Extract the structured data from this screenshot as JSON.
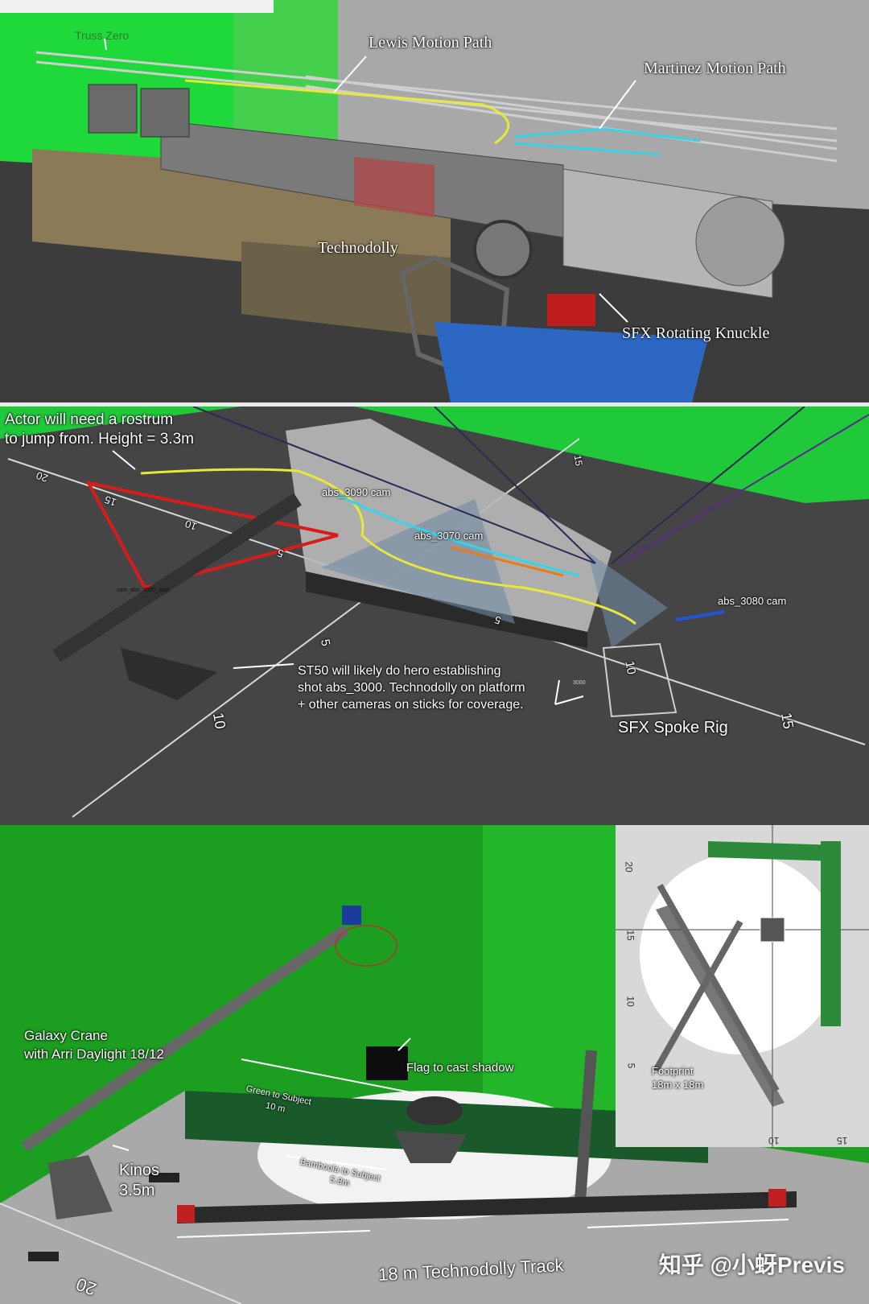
{
  "panel1": {
    "labels": {
      "truss_zero": "Truss Zero",
      "lewis_path": "Lewis Motion Path",
      "martinez_path": "Martinez Motion Path",
      "technodolly": "Technodolly",
      "sfx_knuckle": "SFX Rotating Knuckle"
    },
    "colors": {
      "green_screen": "#1fd93a",
      "lewis_path": "#e8e83a",
      "martinez_path": "#37d4e8"
    }
  },
  "panel2": {
    "labels": {
      "rostrum_note_1": "Actor will need a rostrum",
      "rostrum_note_2": "to jump from. Height = 3.3m",
      "cam_3090": "abs_3090 cam",
      "cam_3070": "abs_3070 cam",
      "cam_3080": "abs_3080 cam",
      "st50_note_1": "ST50 will likely do hero establishing",
      "st50_note_2": "shot abs_3000. Technodolly on platform",
      "st50_note_3": "+ other cameras on sticks for coverage.",
      "spoke_rig": "SFX Spoke Rig",
      "cam_start": "cam_abs_3000_start",
      "axis_3000": "3000"
    },
    "axis_ticks": [
      "20",
      "15",
      "10",
      "5",
      "5",
      "10",
      "15",
      "5",
      "10",
      "15"
    ]
  },
  "panel3": {
    "labels": {
      "galaxy_1": "Galaxy Crane",
      "galaxy_2": "with Arri Daylight 18/12",
      "flag": "Flag to cast shadow",
      "green_to_subject_1": "Green to Subject",
      "green_to_subject_2": "10 m",
      "bamboola_1": "Bamboola to Subject",
      "bamboola_2": "5.8m",
      "kinos_1": "Kinos",
      "kinos_2": "3.5m",
      "track": "18 m Technodolly Track",
      "footprint_1": "Footprint",
      "footprint_2": "18m x 18m",
      "ruler_20": "20",
      "inset_ticks": [
        "20",
        "15",
        "10",
        "5",
        "10",
        "15"
      ]
    }
  },
  "watermark": "知乎 @小蚜Previs"
}
